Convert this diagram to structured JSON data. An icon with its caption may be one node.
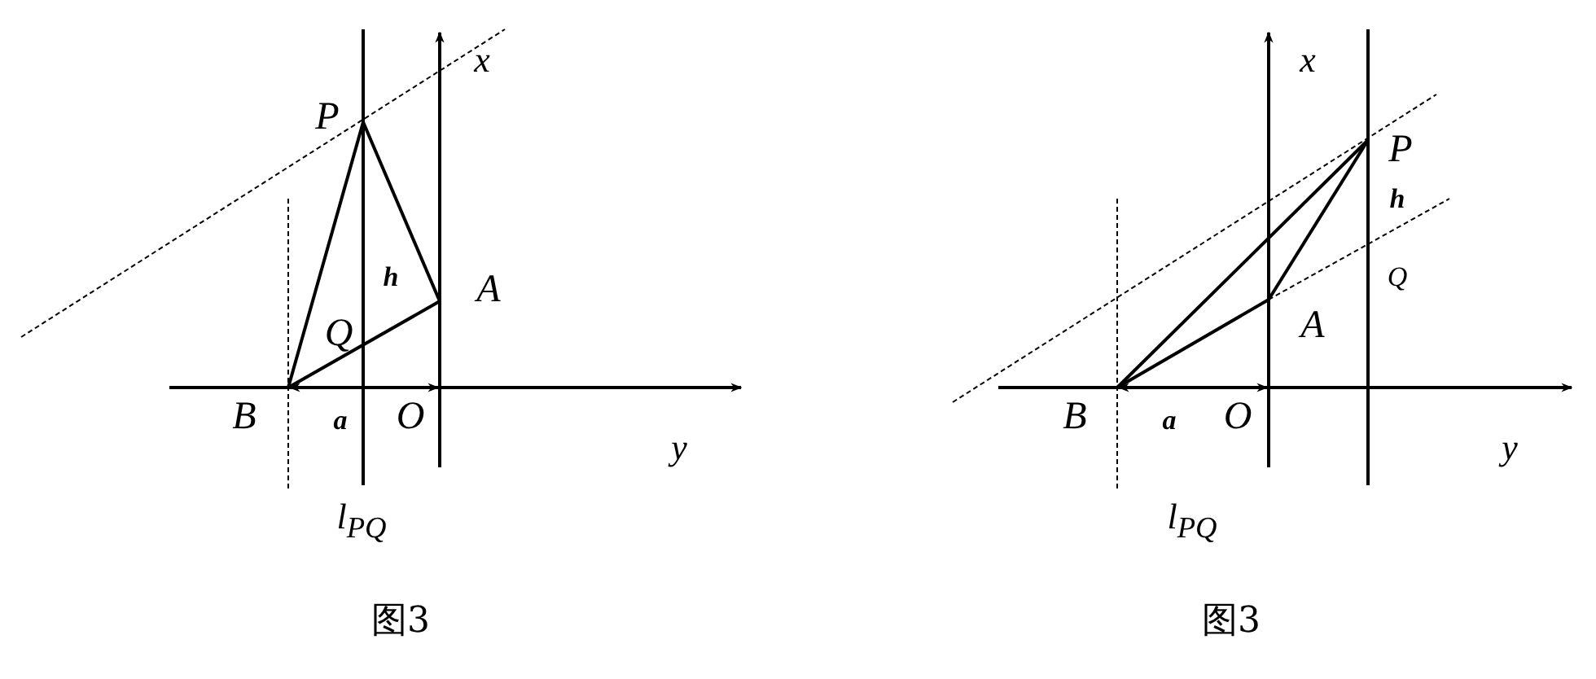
{
  "diagram": {
    "labels": [
      "x",
      "P",
      "h",
      "A",
      "Q",
      "B",
      "a",
      "O",
      "y",
      "l$_{PQ}$",
      "图3",
      "x",
      "P",
      "h",
      "Q",
      "A",
      "B",
      "a",
      "O",
      "y",
      "l$_{PQ}$",
      "图3"
    ]
  }
}
